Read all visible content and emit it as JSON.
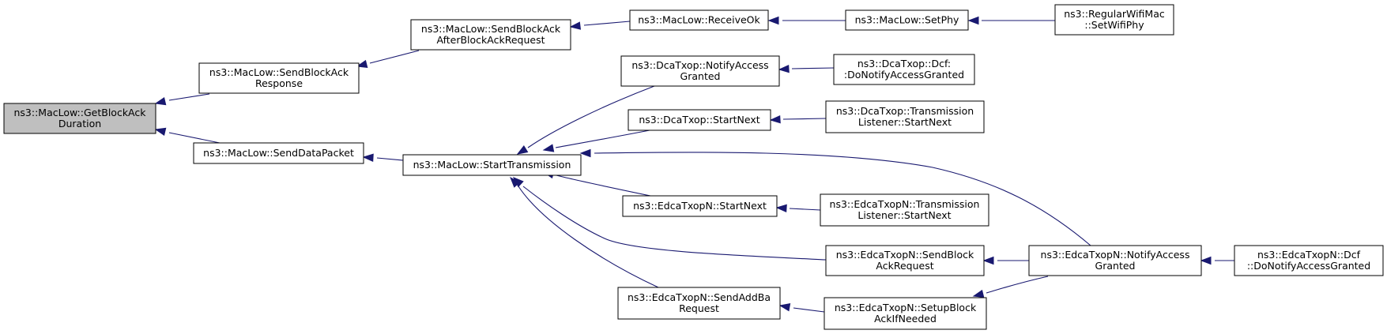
{
  "nodes": [
    {
      "id": "getblockack",
      "lines": [
        "ns3::MacLow::GetBlockAck",
        "Duration"
      ],
      "root": true
    },
    {
      "id": "sendblockackresponse",
      "lines": [
        "ns3::MacLow::SendBlockAck",
        "Response"
      ]
    },
    {
      "id": "senddatapacket",
      "lines": [
        "ns3::MacLow::SendDataPacket"
      ]
    },
    {
      "id": "sendblockackafter",
      "lines": [
        "ns3::MacLow::SendBlockAck",
        "AfterBlockAckRequest"
      ]
    },
    {
      "id": "starttransmission",
      "lines": [
        "ns3::MacLow::StartTransmission"
      ]
    },
    {
      "id": "receiveok",
      "lines": [
        "ns3::MacLow::ReceiveOk"
      ]
    },
    {
      "id": "setphy",
      "lines": [
        "ns3::MacLow::SetPhy"
      ]
    },
    {
      "id": "setwifiphy",
      "lines": [
        "ns3::RegularWifiMac",
        "::SetWifiPhy"
      ]
    },
    {
      "id": "dcanotify",
      "lines": [
        "ns3::DcaTxop::NotifyAccess",
        "Granted"
      ]
    },
    {
      "id": "dcfnotify",
      "lines": [
        "ns3::DcaTxop::Dcf:",
        ":DoNotifyAccessGranted"
      ]
    },
    {
      "id": "dcastartnext",
      "lines": [
        "ns3::DcaTxop::StartNext"
      ]
    },
    {
      "id": "dcatlstartnext",
      "lines": [
        "ns3::DcaTxop::Transmission",
        "Listener::StartNext"
      ]
    },
    {
      "id": "edcastartnext",
      "lines": [
        "ns3::EdcaTxopN::StartNext"
      ]
    },
    {
      "id": "edcatlstartnext",
      "lines": [
        "ns3::EdcaTxopN::Transmission",
        "Listener::StartNext"
      ]
    },
    {
      "id": "edcasendblockack",
      "lines": [
        "ns3::EdcaTxopN::SendBlock",
        "AckRequest"
      ]
    },
    {
      "id": "edcanotify",
      "lines": [
        "ns3::EdcaTxopN::NotifyAccess",
        "Granted"
      ]
    },
    {
      "id": "edcadcfnotify",
      "lines": [
        "ns3::EdcaTxopN::Dcf",
        "::DoNotifyAccessGranted"
      ]
    },
    {
      "id": "edcasendaddba",
      "lines": [
        "ns3::EdcaTxopN::SendAddBa",
        "Request"
      ]
    },
    {
      "id": "edcasetupblockack",
      "lines": [
        "ns3::EdcaTxopN::SetupBlock",
        "AckIfNeeded"
      ]
    }
  ],
  "edges": [
    {
      "id": "e1",
      "from": "sendblockackresponse",
      "to": "getblockack"
    },
    {
      "id": "e2",
      "from": "senddatapacket",
      "to": "getblockack"
    },
    {
      "id": "e3",
      "from": "sendblockackafter",
      "to": "sendblockackresponse"
    },
    {
      "id": "e4",
      "from": "starttransmission",
      "to": "senddatapacket"
    },
    {
      "id": "e5",
      "from": "receiveok",
      "to": "sendblockackafter"
    },
    {
      "id": "e6",
      "from": "setphy",
      "to": "receiveok"
    },
    {
      "id": "e7",
      "from": "setwifiphy",
      "to": "setphy"
    },
    {
      "id": "e8",
      "from": "dcanotify",
      "to": "starttransmission"
    },
    {
      "id": "e9",
      "from": "dcastartnext",
      "to": "starttransmission"
    },
    {
      "id": "e10",
      "from": "edcastartnext",
      "to": "starttransmission"
    },
    {
      "id": "e11",
      "from": "edcasendblockack",
      "to": "starttransmission"
    },
    {
      "id": "e12",
      "from": "edcasendaddba",
      "to": "starttransmission"
    },
    {
      "id": "e13",
      "from": "edcanotify",
      "to": "starttransmission"
    },
    {
      "id": "e14",
      "from": "dcfnotify",
      "to": "dcanotify"
    },
    {
      "id": "e15",
      "from": "dcatlstartnext",
      "to": "dcastartnext"
    },
    {
      "id": "e16",
      "from": "edcatlstartnext",
      "to": "edcastartnext"
    },
    {
      "id": "e17",
      "from": "edcanotify",
      "to": "edcasendblockack"
    },
    {
      "id": "e18",
      "from": "edcasetupblockack",
      "to": "edcasendaddba"
    },
    {
      "id": "e19",
      "from": "edcanotify",
      "to": "edcasetupblockack"
    },
    {
      "id": "e20",
      "from": "edcadcfnotify",
      "to": "edcanotify"
    }
  ],
  "colors": {
    "edge": "#191970",
    "root_fill": "#bfbfbf",
    "node_fill": "#ffffff",
    "border": "#000000"
  }
}
